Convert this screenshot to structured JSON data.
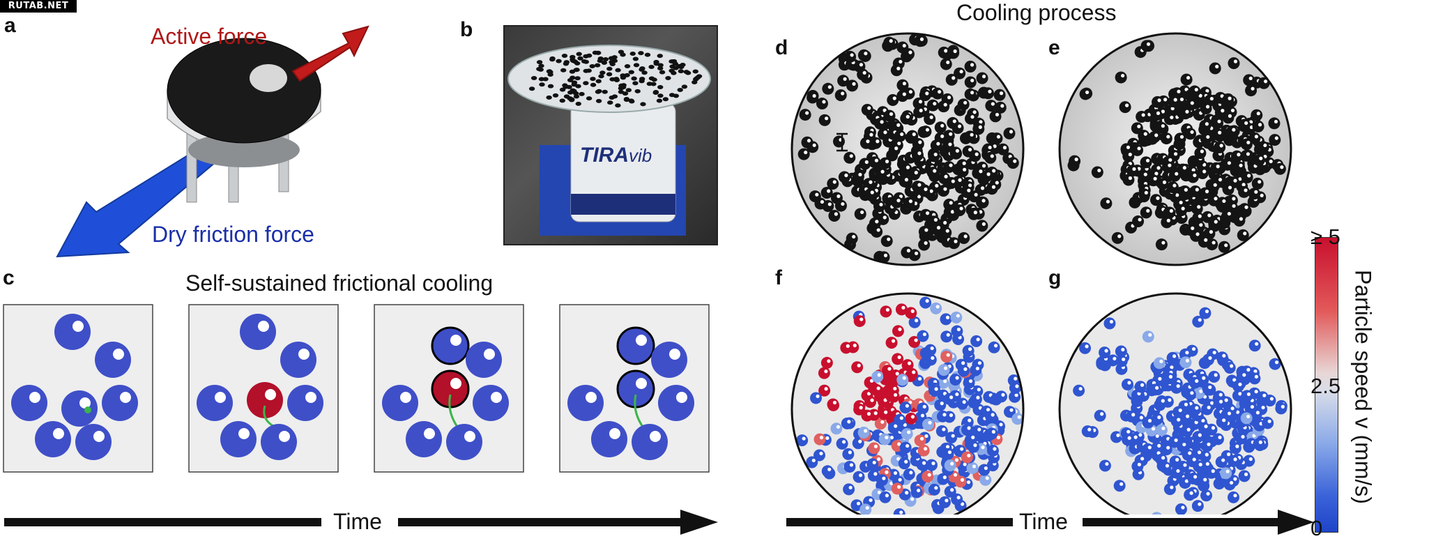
{
  "watermark": "RUTAB.NET",
  "panels": {
    "a": "a",
    "b": "b",
    "c": "c",
    "d": "d",
    "e": "e",
    "f": "f",
    "g": "g"
  },
  "panel_a": {
    "active_force": "Active force",
    "dry_friction_force": "Dry friction force",
    "colors": {
      "active": "#c21b1b",
      "friction": "#1f4fd8"
    }
  },
  "panel_b": {
    "device_label": "TIRA",
    "device_label_suffix": "vib"
  },
  "panel_c": {
    "title": "Self-sustained frictional cooling",
    "axis_label": "Time",
    "colors": {
      "particle": "#3f4fc8",
      "hot": "#b3102a",
      "trail": "#3cb54a"
    }
  },
  "cooling": {
    "title": "Cooling process",
    "axis_label": "Time"
  },
  "colorbar": {
    "label": "Particle speed v (mm/s)",
    "tick_max": "≥ 5",
    "tick_mid": "2.5",
    "tick_min": "0",
    "colors": {
      "high": "#c8102e",
      "mid": "#e6e1e4",
      "low": "#1f44c8"
    }
  }
}
